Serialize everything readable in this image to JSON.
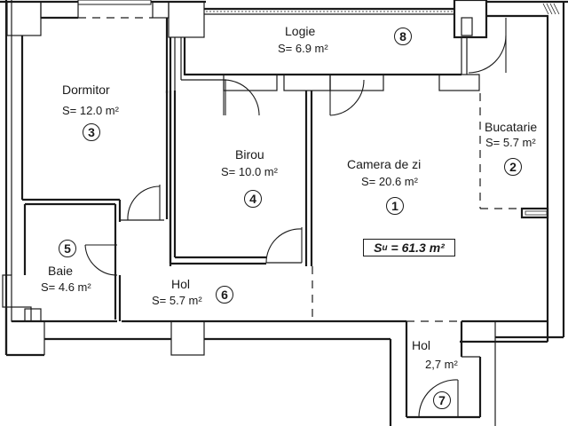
{
  "plan": {
    "total_area": {
      "symbol": "S",
      "subscript": "u",
      "value_text": "= 61.3 m²"
    },
    "rooms": [
      {
        "number": "1",
        "name": "Camera de zi",
        "area": "S= 20.6 m²"
      },
      {
        "number": "2",
        "name": "Bucatarie",
        "area": "S= 5.7 m²"
      },
      {
        "number": "3",
        "name": "Dormitor",
        "area": "S= 12.0 m²"
      },
      {
        "number": "4",
        "name": "Birou",
        "area": "S= 10.0 m²"
      },
      {
        "number": "5",
        "name": "Baie",
        "area": "S= 4.6 m²"
      },
      {
        "number": "6",
        "name": "Hol",
        "area": "S= 5.7 m²"
      },
      {
        "number": "7",
        "name": "Hol",
        "area": "2,7 m²"
      },
      {
        "number": "8",
        "name": "Logie",
        "area": "S= 6.9 m²"
      }
    ]
  },
  "colors": {
    "line": "#1a1a1a",
    "background": "#ffffff"
  }
}
